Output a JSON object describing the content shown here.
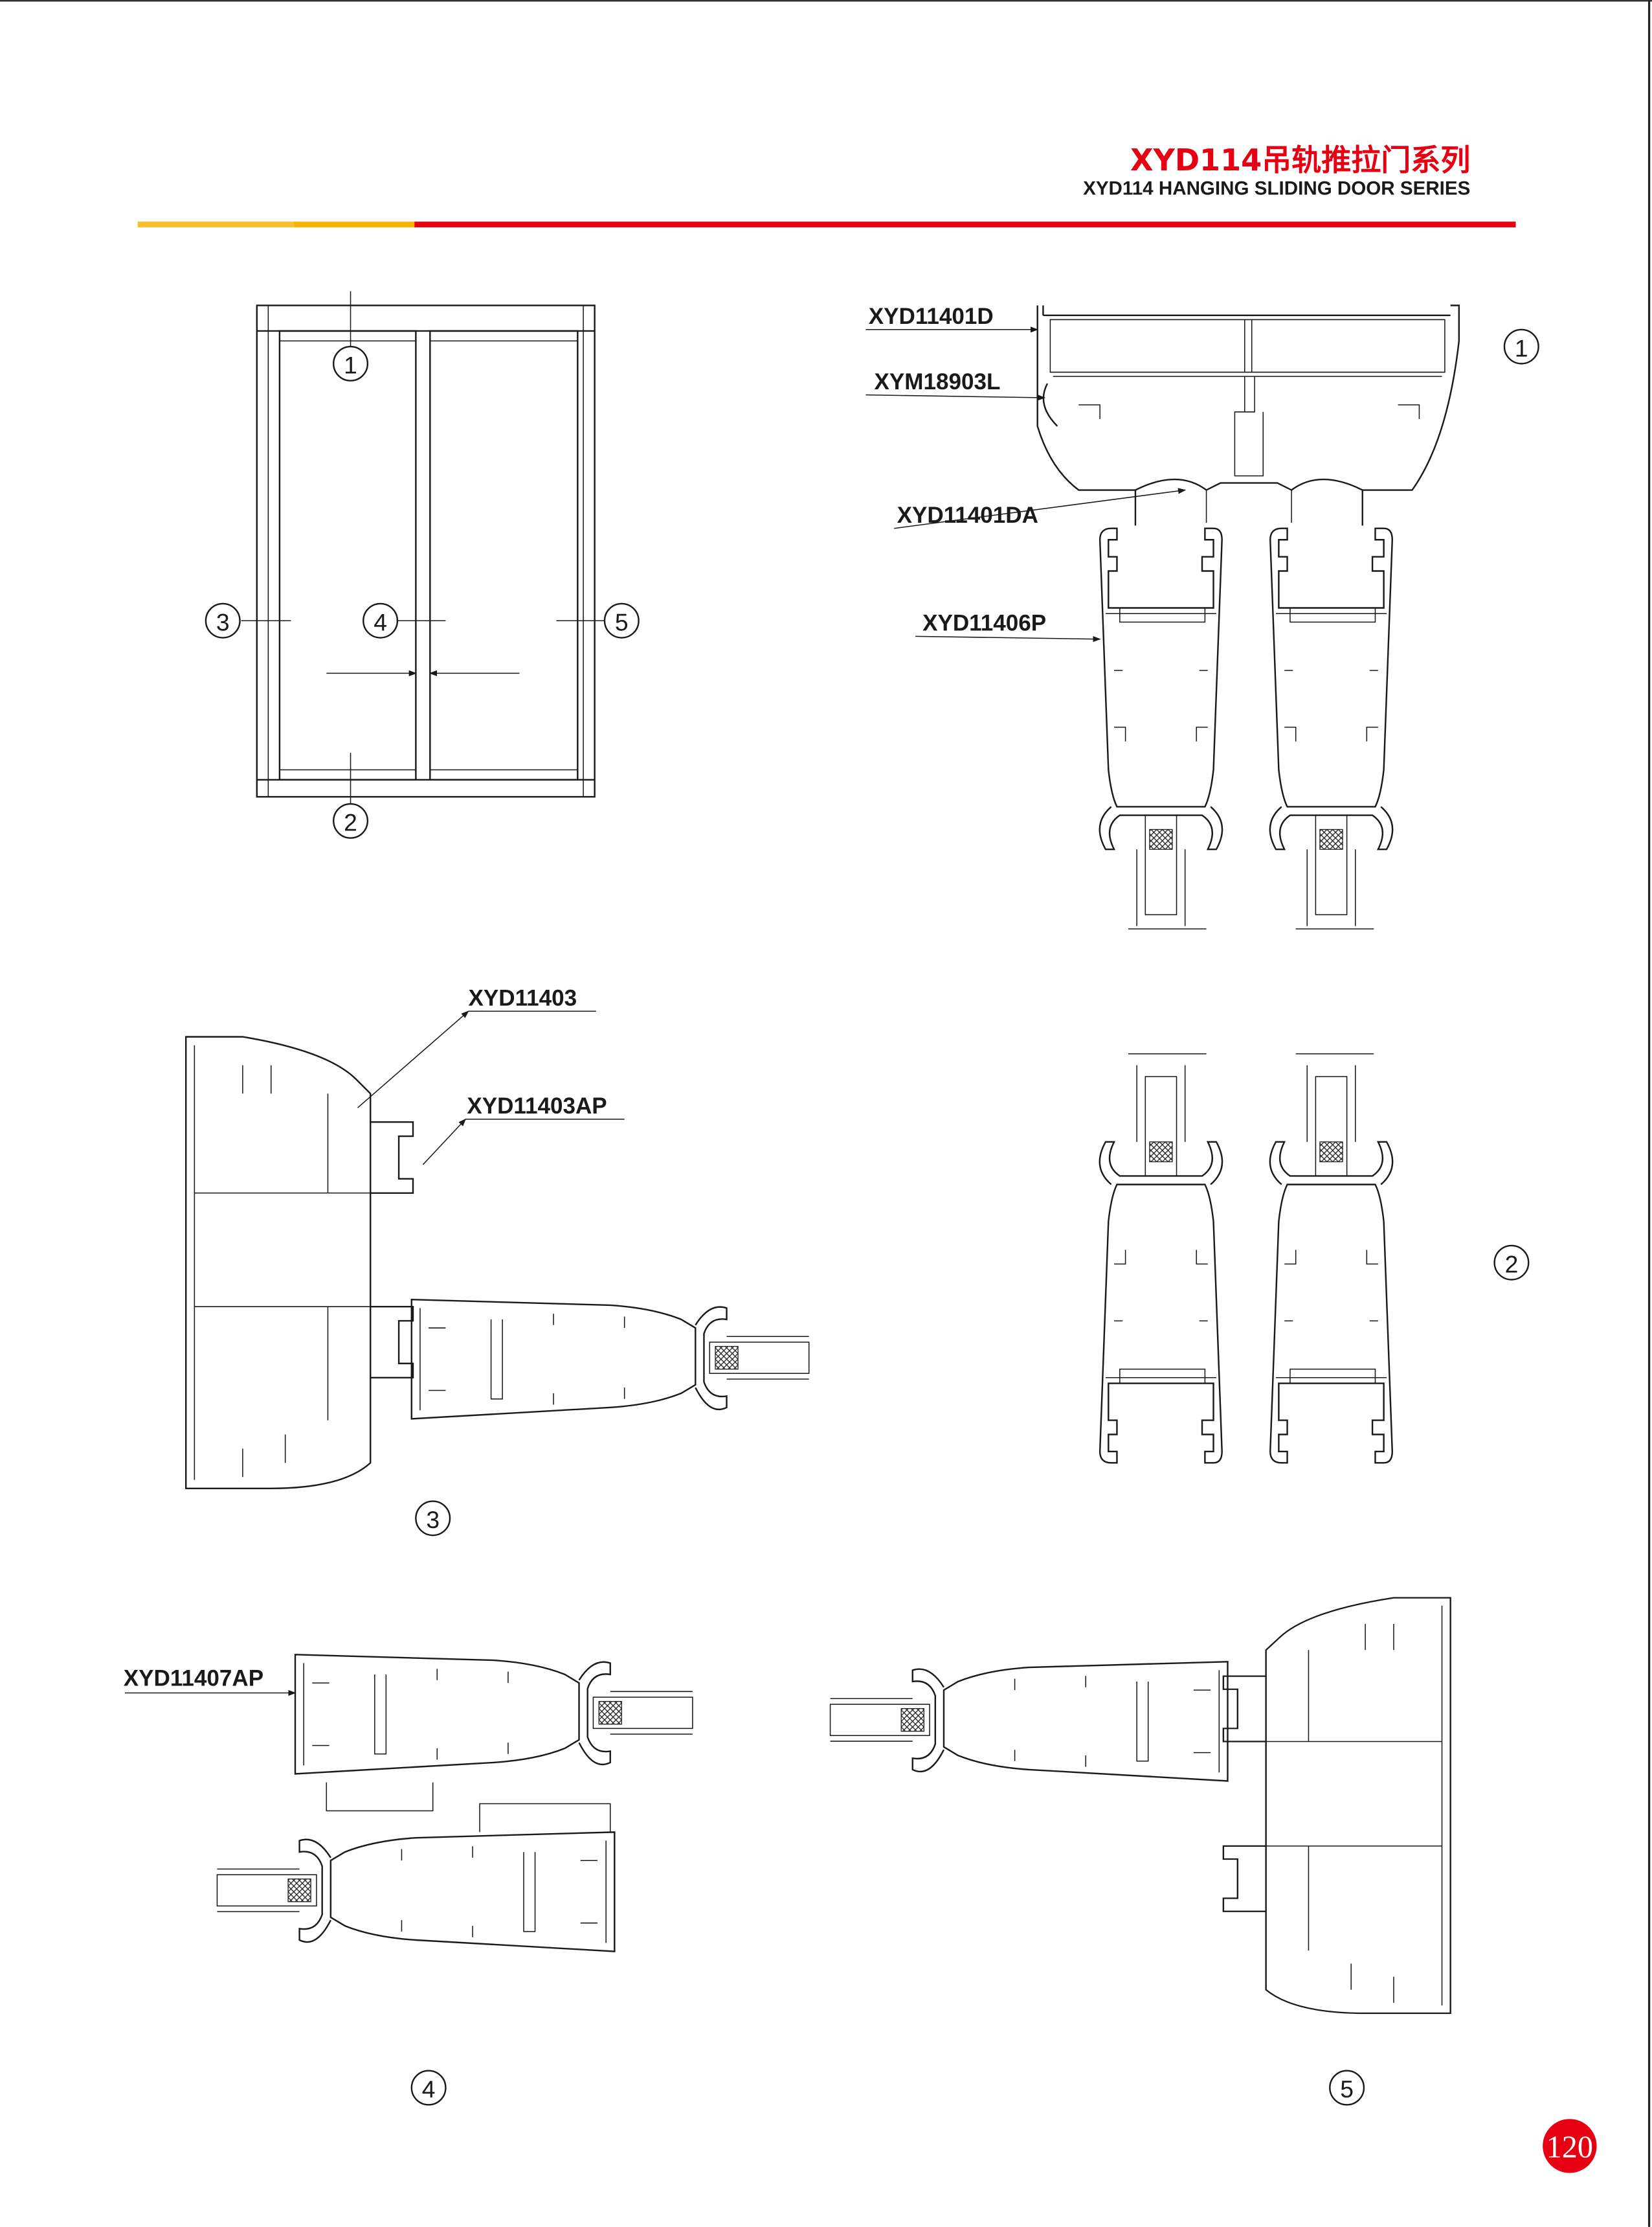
{
  "header": {
    "title_cn": "XYD114吊轨推拉门系列",
    "title_en": "XYD114 HANGING SLIDING DOOR SERIES",
    "colors": {
      "red": "#e60012",
      "yellow": "#f7b500"
    }
  },
  "elevation": {
    "callouts": [
      "1",
      "2",
      "3",
      "4",
      "5"
    ]
  },
  "sections": {
    "s1": {
      "number": "1",
      "labels": [
        "XYD11401D",
        "XYM18903L",
        "XYD11401DA",
        "XYD11406P"
      ]
    },
    "s2": {
      "number": "2"
    },
    "s3": {
      "number": "3",
      "labels": [
        "XYD11403",
        "XYD11403AP"
      ]
    },
    "s4": {
      "number": "4",
      "labels": [
        "XYD11407AP"
      ]
    },
    "s5": {
      "number": "5"
    }
  },
  "page_number": "120"
}
